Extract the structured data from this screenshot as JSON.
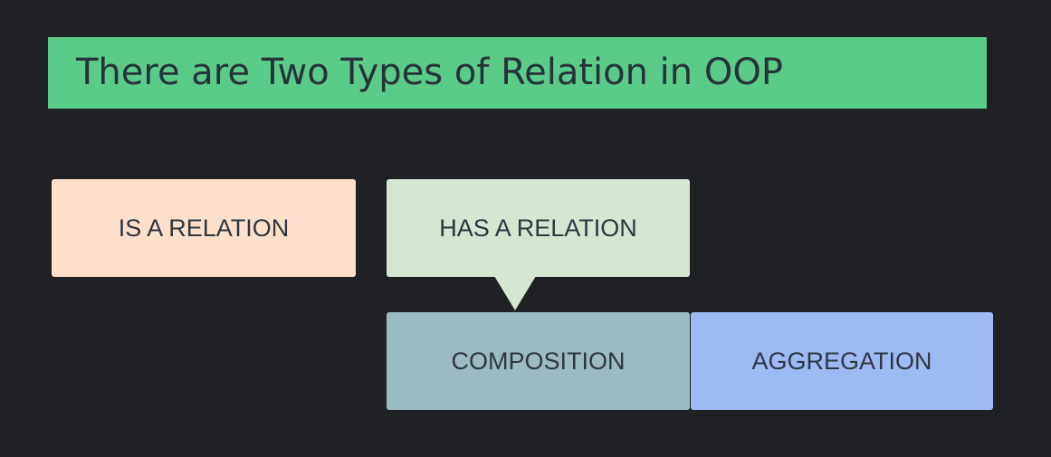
{
  "title": "There are Two Types of Relation in OOP",
  "boxes": {
    "is_a": "IS A RELATION",
    "has_a": "HAS A RELATION",
    "composition": "COMPOSITION",
    "aggregation": "AGGREGATION"
  },
  "colors": {
    "background": "#1f2124",
    "title_banner": "#5bcb8a",
    "is_a_box": "#fde0cb",
    "has_a_box": "#d5e6d2",
    "composition_box": "#9bbac1",
    "aggregation_box": "#9dbaf4",
    "text": "#2f3640"
  }
}
